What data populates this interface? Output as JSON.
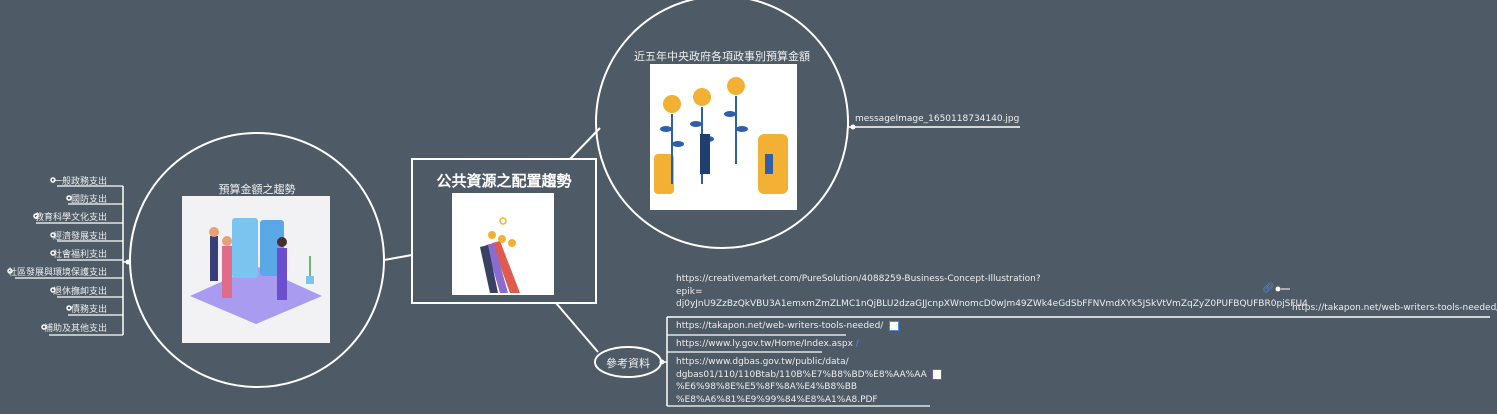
{
  "central": {
    "title": "公共資源之配置趨勢"
  },
  "left_topic": {
    "title": "預算金額之趨勢",
    "items": [
      "一般政務支出",
      "國防支出",
      "教育科學文化支出",
      "經濟發展支出",
      "社會福利支出",
      "社區發展與環境保護支出",
      "退休撫卹支出",
      "債務支出",
      "補助及其他支出"
    ]
  },
  "top_topic": {
    "title": "近五年中央政府各項政事別預算金額",
    "attachment": "messageImage_1650118734140.jpg"
  },
  "references": {
    "title": "參考資料",
    "items": [
      {
        "lines": [
          "https://creativemarket.com/PureSolution/4088259-Business-Concept-Illustration?",
          "epik=",
          "dj0yJnU9ZzBzQkVBU3A1emxmZmZLMC1nQjBLU2dzaGJJcnpXWnomcD0wJm49ZWk4eGdSbFFNVmdXYk5JSkVtVmZqZyZ0PUFBQUFBR0pjSFU4"
        ],
        "icon": "link-icon"
      },
      {
        "lines": [
          "https://takapon.net/web-writers-tools-needed/"
        ],
        "icon": "webpage-icon"
      },
      {
        "lines": [
          "https://www.ly.gov.tw/Home/Index.aspx"
        ],
        "icon": "link-icon"
      },
      {
        "lines": [
          "https://www.dgbas.gov.tw/public/data/",
          "dgbas01/110/110Btab/110B%E7%B8%BD%E8%AA%AA",
          "%E6%98%8E%E5%8F%8A%E4%B8%BB",
          "%E8%A6%81%E9%99%84%E8%A1%A8.PDF"
        ],
        "icon": "file-icon"
      }
    ],
    "sub_link": "https://takapon.net/web-writers-tools-needed/"
  },
  "colors": {
    "background": "#4e5a66",
    "line": "#ffffff",
    "link_icon": "#4a90e2"
  }
}
